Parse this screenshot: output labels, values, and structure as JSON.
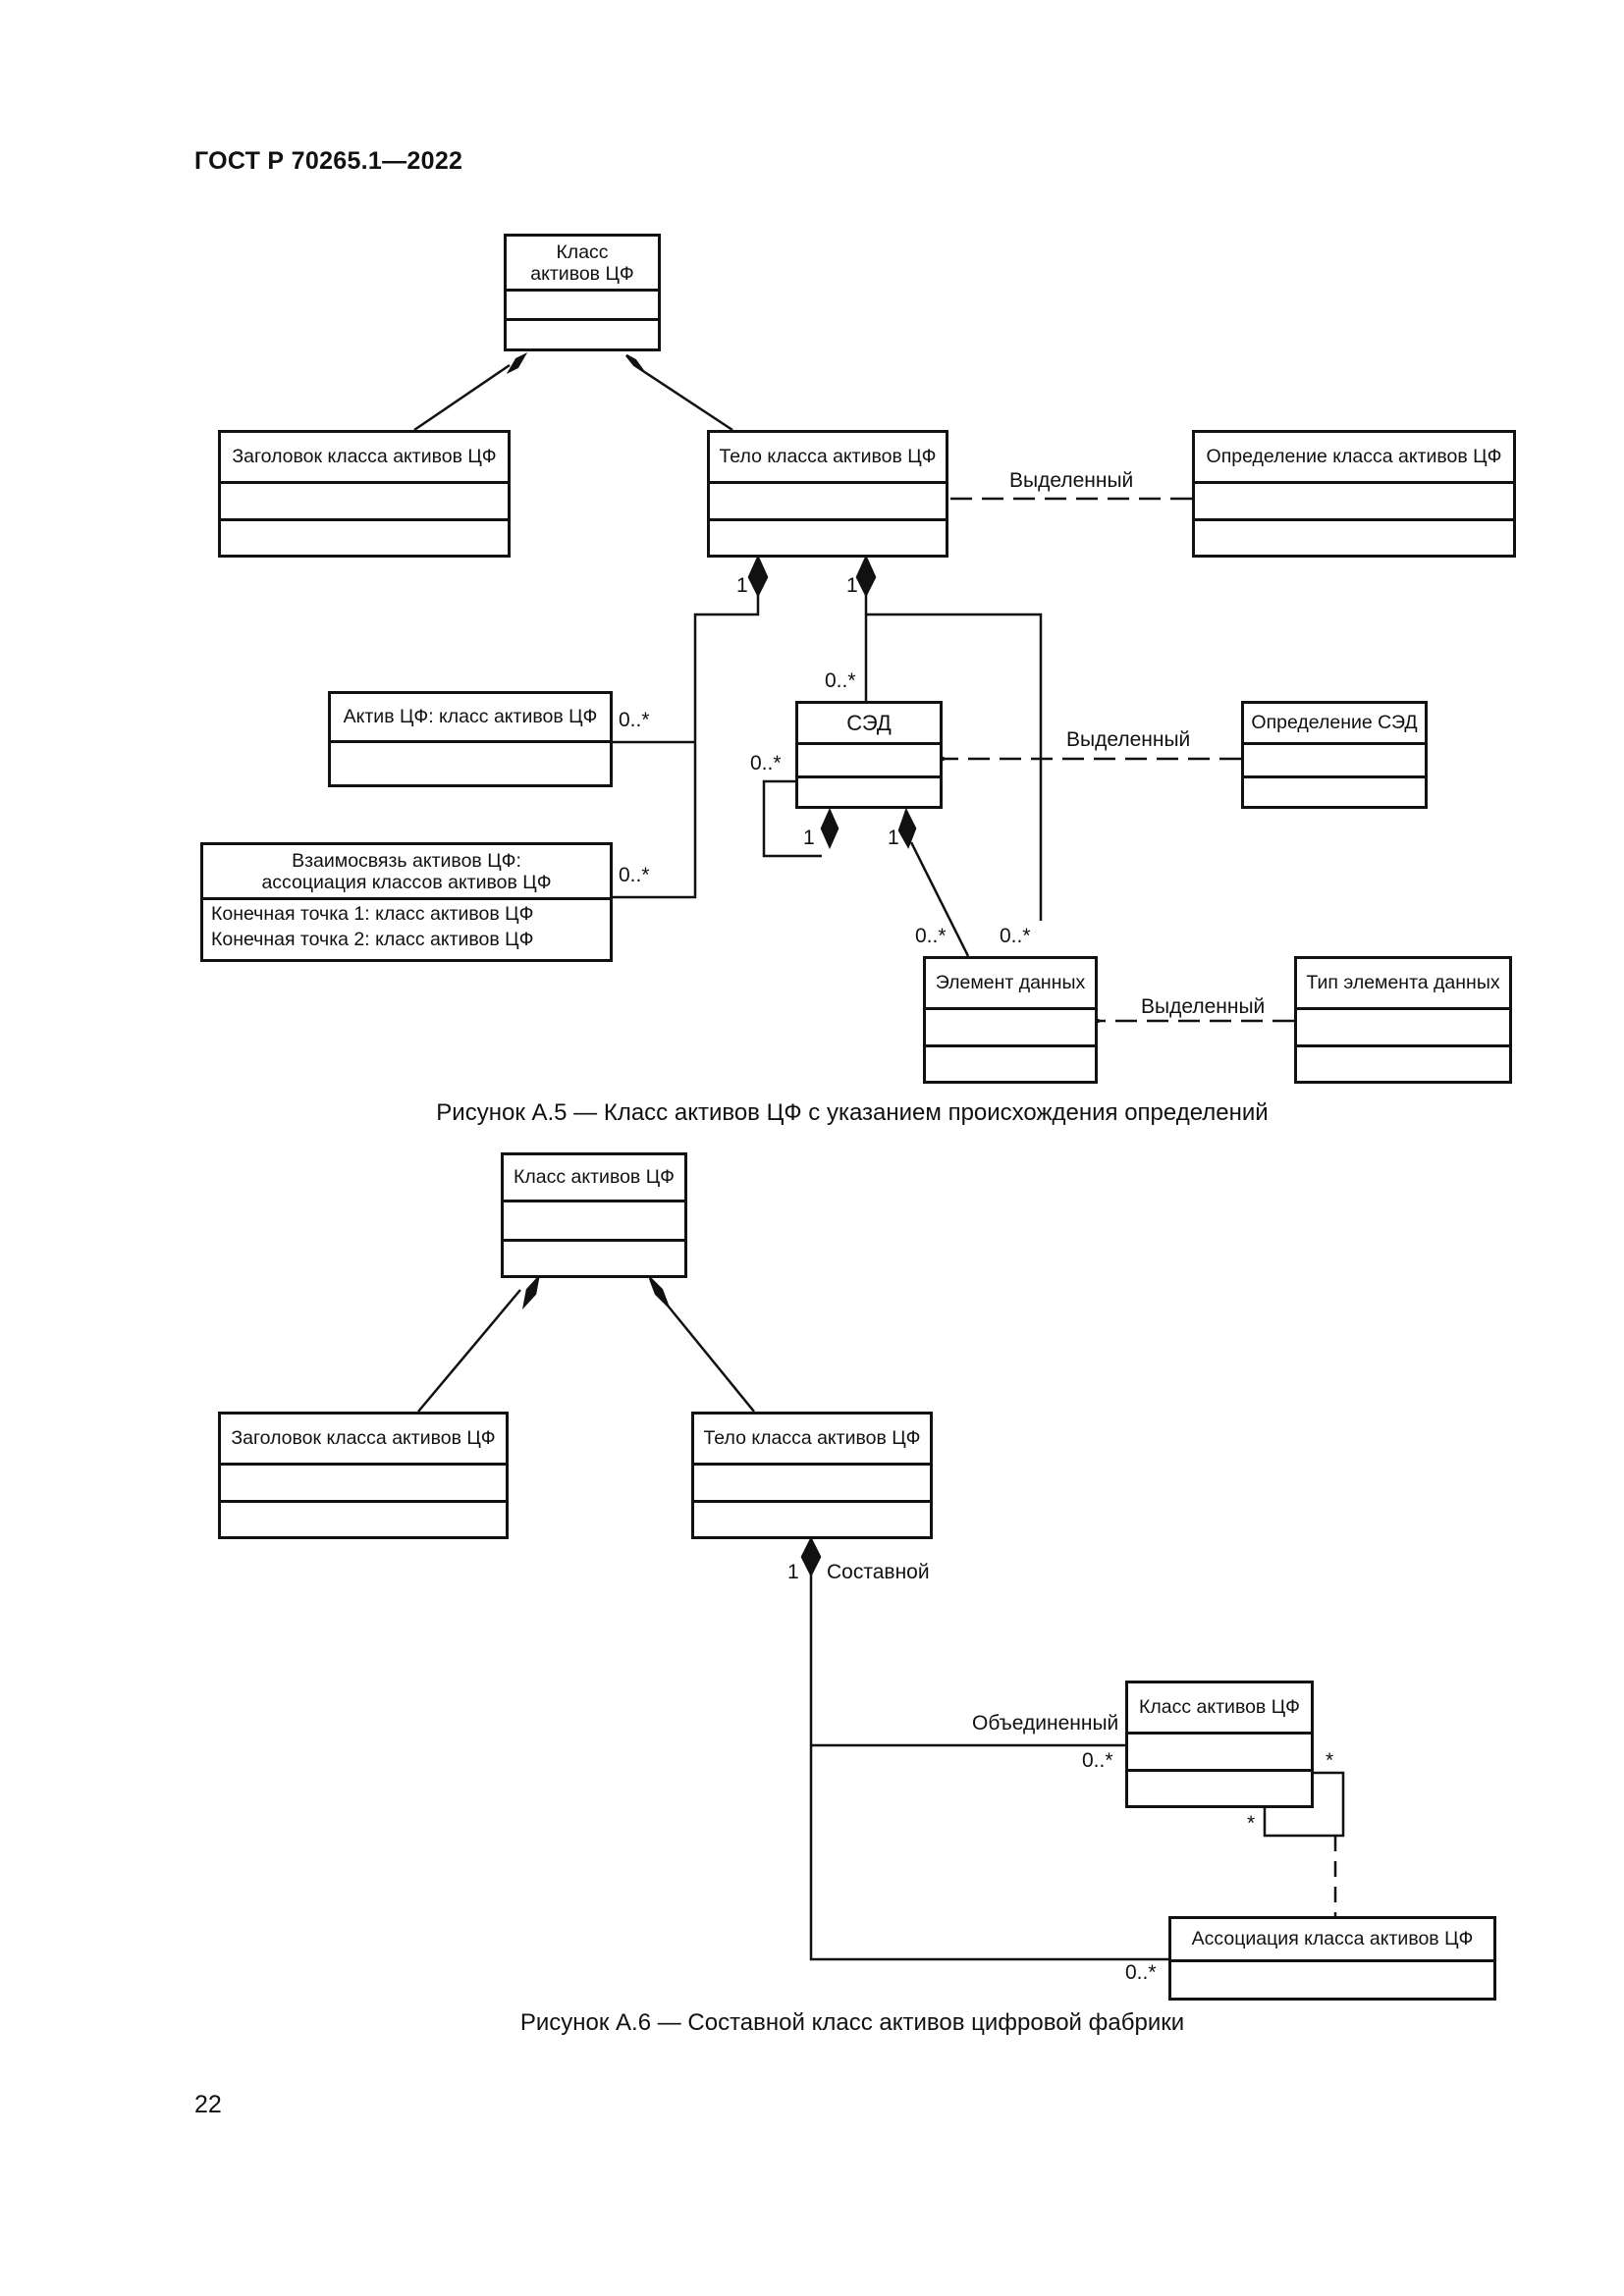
{
  "header": {
    "doc_id": "ГОСТ Р 70265.1—2022"
  },
  "figure_a5": {
    "caption": "Рисунок А.5 — Класс активов ЦФ с указанием происхождения определений",
    "classes": {
      "asset_class": {
        "title_line1": "Класс",
        "title_line2": "активов ЦФ"
      },
      "header_class": {
        "title": "Заголовок класса активов ЦФ"
      },
      "body_class": {
        "title": "Тело класса активов ЦФ"
      },
      "definition_class": {
        "title": "Определение класса активов ЦФ"
      },
      "asset": {
        "title": "Актив ЦФ: класс активов ЦФ"
      },
      "relationship": {
        "title_line1": "Взаимосвязь активов ЦФ:",
        "title_line2": "ассоциация классов активов ЦФ",
        "attr1": "Конечная точка 1: класс активов ЦФ",
        "attr2": "Конечная точка 2: класс активов ЦФ"
      },
      "sed": {
        "title": "СЭД"
      },
      "sed_definition": {
        "title": "Определение СЭД"
      },
      "data_element": {
        "title": "Элемент данных"
      },
      "data_element_type": {
        "title": "Тип элемента данных"
      }
    },
    "labels": {
      "derived_body": "Выделенный",
      "derived_sed": "Выделенный",
      "derived_element": "Выделенный",
      "m_body_left": "1",
      "m_body_right": "1",
      "m_asset": "0..*",
      "m_relationship": "0..*",
      "m_sed_top": "0..*",
      "m_sed_self": "0..*",
      "m_sed_self_one": "1",
      "m_sed_one": "1",
      "m_element_left": "0..*",
      "m_element_right": "0..*"
    }
  },
  "figure_a6": {
    "caption": "Рисунок А.6 — Составной класс активов цифровой фабрики",
    "classes": {
      "asset_class": {
        "title": "Класс активов ЦФ"
      },
      "header_class": {
        "title": "Заголовок класса активов ЦФ"
      },
      "body_class": {
        "title": "Тело класса активов ЦФ"
      },
      "nested_class": {
        "title": "Класс активов ЦФ"
      },
      "association": {
        "title": "Ассоциация класса активов ЦФ"
      }
    },
    "labels": {
      "m_body_one": "1",
      "composite": "Составной",
      "united": "Объединенный",
      "m_nested": "0..*",
      "m_self_top": "*",
      "m_self_bottom": "*",
      "m_association": "0..*"
    }
  },
  "page_number": "22"
}
